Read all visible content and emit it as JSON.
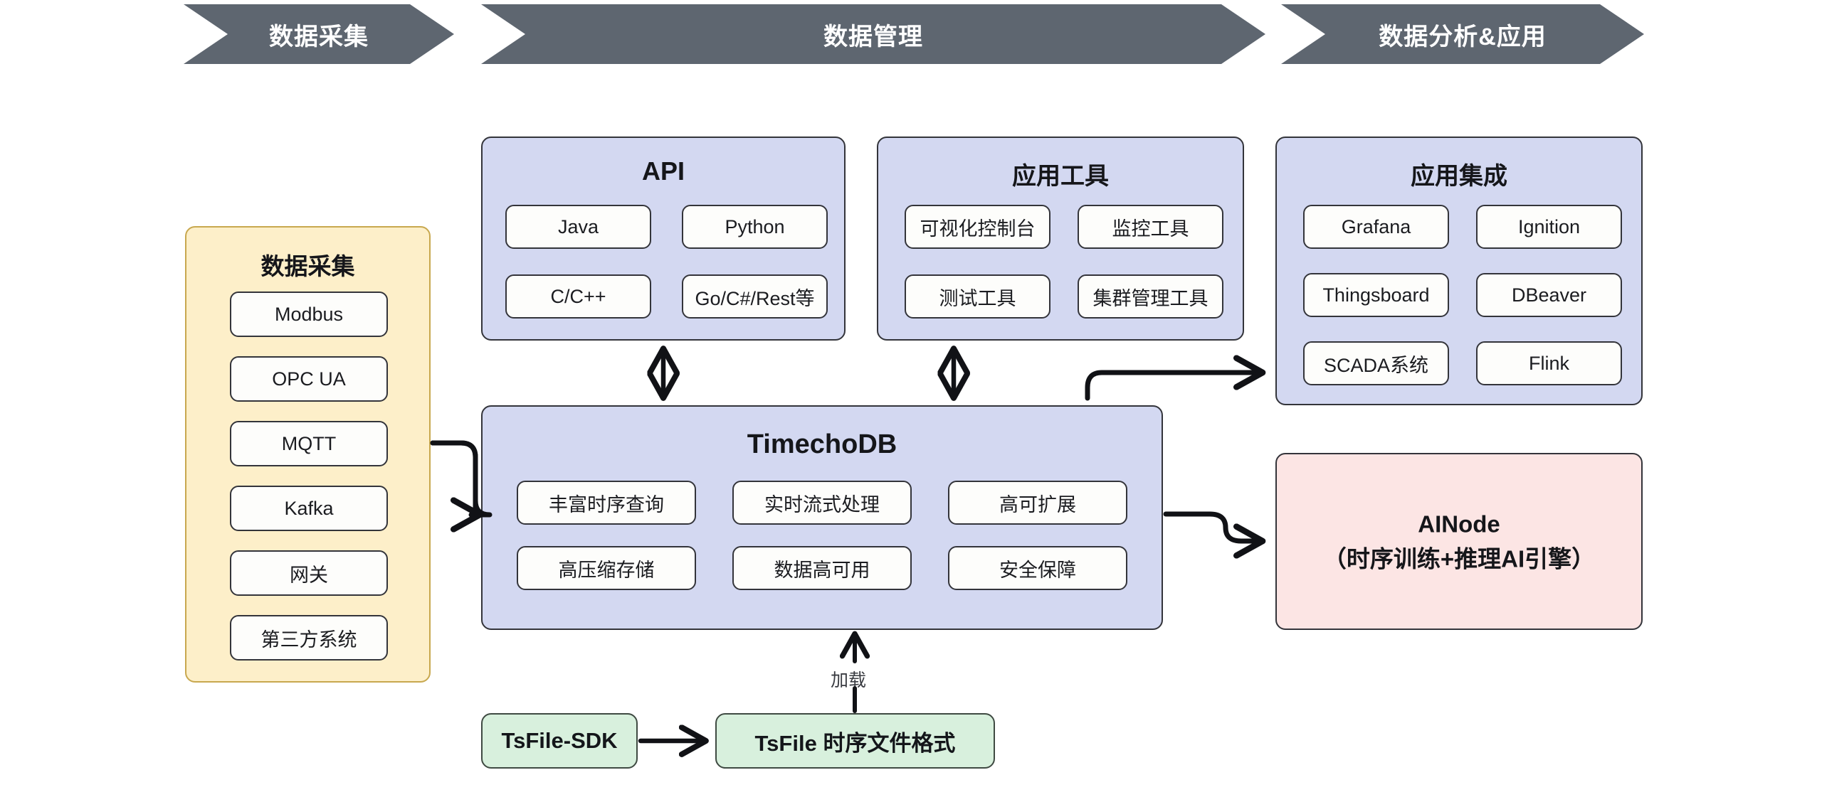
{
  "banners": [
    {
      "label": "数据采集"
    },
    {
      "label": "数据管理"
    },
    {
      "label": "数据分析&应用"
    }
  ],
  "collect_panel": {
    "title": "数据采集",
    "items": [
      {
        "label": "Modbus"
      },
      {
        "label": "OPC UA"
      },
      {
        "label": "MQTT"
      },
      {
        "label": "Kafka"
      },
      {
        "label": "网关"
      },
      {
        "label": "第三方系统"
      }
    ]
  },
  "api_panel": {
    "title": "API",
    "items": [
      {
        "label": "Java"
      },
      {
        "label": "Python"
      },
      {
        "label": "C/C++"
      },
      {
        "label": "Go/C#/Rest等"
      }
    ]
  },
  "tools_panel": {
    "title": "应用工具",
    "items": [
      {
        "label": "可视化控制台"
      },
      {
        "label": "监控工具"
      },
      {
        "label": "测试工具"
      },
      {
        "label": "集群管理工具"
      }
    ]
  },
  "integration_panel": {
    "title": "应用集成",
    "items": [
      {
        "label": "Grafana"
      },
      {
        "label": "Ignition"
      },
      {
        "label": "Thingsboard"
      },
      {
        "label": "DBeaver"
      },
      {
        "label": "SCADA系统"
      },
      {
        "label": "Flink"
      }
    ]
  },
  "db_panel": {
    "title": "TimechoDB",
    "items": [
      {
        "label": "丰富时序查询"
      },
      {
        "label": "实时流式处理"
      },
      {
        "label": "高可扩展"
      },
      {
        "label": "高压缩存储"
      },
      {
        "label": "数据高可用"
      },
      {
        "label": "安全保障"
      }
    ]
  },
  "ainode": {
    "line1": "AINode",
    "line2": "（时序训练+推理AI引擎）"
  },
  "tsfile": {
    "sdk_label": "TsFile-SDK",
    "format_label": "TsFile 时序文件格式",
    "load_label": "加载"
  },
  "colors": {
    "banner": "#5e6670",
    "panel_blue": "#d3d8f1",
    "panel_yellow": "#fdefc9",
    "panel_pink": "#fce5e4",
    "box_green": "#d8f0dd",
    "chip_white": "#fdfdfb",
    "stroke": "#33343a",
    "background": "#ffffff"
  }
}
